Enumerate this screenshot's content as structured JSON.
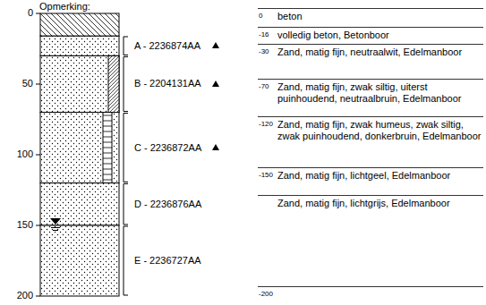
{
  "diagram": {
    "labels": [
      "Opmerking:",
      "0",
      "50",
      "100",
      "150",
      "200",
      "A - 2236874AA",
      "B - 2204131AA",
      "C - 2236872AA",
      "D - 2236876AA",
      "E - 2236727AA",
      "0",
      "-16",
      "-30",
      "-70",
      "-120",
      "-150",
      "-200",
      "beton",
      "volledig beton, Betonboor",
      "Zand, matig fijn, neutraalwit, Edelmanboor",
      "Zand, matig fijn, zwak siltig, uiterst puinhoudend, neutraalbruin, Edelmanboor",
      "Zand, matig fijn, zwak humeus, zwak siltig, zwak puinhoudend, donkerbruin, Edelmanboor",
      "Zand, matig fijn, lichtgeel, Edelmanboor",
      "Zand, matig fijn, lichtgrijs, Edelmanboor"
    ]
  }
}
